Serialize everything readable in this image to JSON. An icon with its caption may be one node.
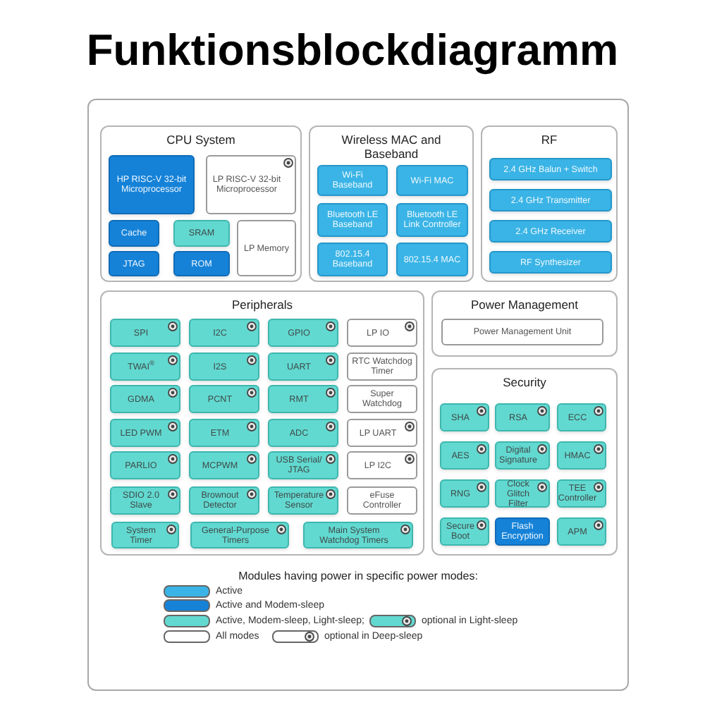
{
  "diagram": {
    "title": "Funktionsblockdiagramm",
    "nodes": [
      {
        "text": [
          "CPU System"
        ]
      },
      {
        "text": [
          "HP RISC-V 32-bit Microprocessor"
        ],
        "in": 0
      },
      {
        "text": [
          "LP RISC-V 32-bit Microprocessor"
        ],
        "in": 0
      },
      {
        "text": [
          "Cache"
        ],
        "in": 0
      },
      {
        "text": [
          "SRAM"
        ],
        "in": 0
      },
      {
        "text": [
          "LP Memory"
        ],
        "in": 0
      },
      {
        "text": [
          "JTAG"
        ],
        "in": 0
      },
      {
        "text": [
          "ROM"
        ],
        "in": 0
      },
      {
        "text": [
          "Wireless MAC and Baseband"
        ]
      },
      {
        "text": [
          "Wi-Fi Baseband"
        ],
        "in": 8
      },
      {
        "text": [
          "Wi-Fi MAC"
        ],
        "in": 8
      },
      {
        "text": [
          "Bluetooth LE Baseband"
        ],
        "in": 8
      },
      {
        "text": [
          "Bluetooth LE Link Controller"
        ],
        "in": 8
      },
      {
        "text": [
          "802.15.4 Baseband"
        ],
        "in": 8
      },
      {
        "text": [
          "802.15.4 MAC"
        ],
        "in": 8
      },
      {
        "text": [
          "RF"
        ]
      },
      {
        "text": [
          "2.4 GHz Balun + Switch"
        ],
        "in": 15
      },
      {
        "text": [
          "2.4 GHz Transmitter"
        ],
        "in": 15
      },
      {
        "text": [
          "2.4 GHz Receiver"
        ],
        "in": 15
      },
      {
        "text": [
          "RF Synthesizer"
        ],
        "in": 15
      },
      {
        "text": [
          "Peripherals"
        ]
      },
      {
        "text": [
          "SPI"
        ],
        "in": 20
      },
      {
        "text": [
          "I2C"
        ],
        "in": 20
      },
      {
        "text": [
          "GPIO"
        ],
        "in": 20
      },
      {
        "text": [
          "LP IO"
        ],
        "in": 20
      },
      {
        "text": [
          "TWAI$^{®}$"
        ],
        "in": 20
      },
      {
        "text": [
          "I2S"
        ],
        "in": 20
      },
      {
        "text": [
          "UART"
        ],
        "in": 20
      },
      {
        "text": [
          "RTC Watchdog Timer"
        ],
        "in": 20
      },
      {
        "text": [
          "GDMA"
        ],
        "in": 20
      },
      {
        "text": [
          "PCNT"
        ],
        "in": 20
      },
      {
        "text": [
          "RMT"
        ],
        "in": 20
      },
      {
        "text": [
          "Super Watchdog"
        ],
        "in": 20
      },
      {
        "text": [
          "LED PWM"
        ],
        "in": 20
      },
      {
        "text": [
          "ETM"
        ],
        "in": 20
      },
      {
        "text": [
          "ADC"
        ],
        "in": 20
      },
      {
        "text": [
          "LP UART"
        ],
        "in": 20
      },
      {
        "text": [
          "PARLIO"
        ],
        "in": 20
      },
      {
        "text": [
          "MCPWM"
        ],
        "in": 20
      },
      {
        "text": [
          "USB Serial/ JTAG"
        ],
        "in": 20
      },
      {
        "text": [
          "LP I2C"
        ],
        "in": 20
      },
      {
        "text": [
          "SDIO 2.0 Slave"
        ],
        "in": 20
      },
      {
        "text": [
          "Brownout Detector"
        ],
        "in": 20
      },
      {
        "text": [
          "Temperature Sensor"
        ],
        "in": 20
      },
      {
        "text": [
          "eFuse Controller"
        ],
        "in": 20
      },
      {
        "text": [
          "System Timer"
        ],
        "in": 20
      },
      {
        "text": [
          "General-Purpose Timers"
        ],
        "in": 20
      },
      {
        "text": [
          "Main System Watchdog Timers"
        ],
        "in": 20
      },
      {
        "text": [
          "Power Management"
        ]
      },
      {
        "text": [
          "Power Management Unit"
        ],
        "in": 48
      },
      {
        "text": [
          "Security"
        ]
      },
      {
        "text": [
          "SHA"
        ],
        "in": 50
      },
      {
        "text": [
          "RSA"
        ],
        "in": 50
      },
      {
        "text": [
          "ECC"
        ],
        "in": 50
      },
      {
        "text": [
          "AES"
        ],
        "in": 50
      },
      {
        "text": [
          "Digital Signature"
        ],
        "in": 50
      },
      {
        "text": [
          "HMAC"
        ],
        "in": 50
      },
      {
        "text": [
          "RNG"
        ],
        "in": 50
      },
      {
        "text": [
          "Clock Glitch Filter"
        ],
        "in": 50
      },
      {
        "text": [
          "TEE Controller"
        ],
        "in": 50
      },
      {
        "text": [
          "Secure Boot"
        ],
        "in": 50
      },
      {
        "text": [
          "Flash Encryption"
        ],
        "in": 50
      },
      {
        "text": [
          "APM"
        ],
        "in": 50
      }
    ],
    "labels": [
      "Modules having power in specific power modes:"
    ],
    "legend": [
      {
        "text": "Active",
        "color": "#3ab4e6"
      },
      {
        "text": "Active and Modem-sleep",
        "color": "#1582d8"
      },
      {
        "text": "Active, Modem-sleep, Light-sleep;",
        "color": "#62d9d0"
      },
      {
        "text": "optional in Light-sleep"
      },
      {
        "text": "All modes",
        "color": "#ffffff"
      },
      {
        "text": "optional in Deep-sleep"
      }
    ]
  }
}
